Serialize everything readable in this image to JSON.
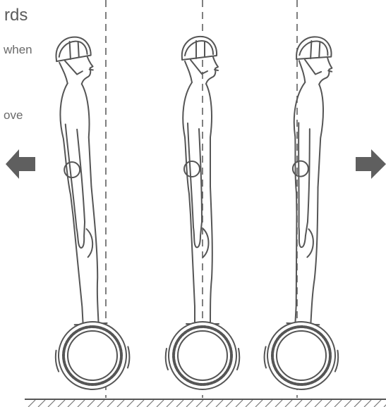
{
  "text_fragments": {
    "title": "rds",
    "line1": "when",
    "line2": "ove"
  },
  "colors": {
    "line": "#555555",
    "arrow": "#5f5f5f",
    "ground": "#555555",
    "background": "#ffffff"
  },
  "illustration": {
    "figures": [
      {
        "name": "rider-left",
        "posture": "leaning-backward"
      },
      {
        "name": "rider-center",
        "posture": "upright"
      },
      {
        "name": "rider-right",
        "posture": "leaning-forward"
      }
    ],
    "arrows": [
      {
        "name": "backward-arrow-icon",
        "direction": "left"
      },
      {
        "name": "forward-arrow-icon",
        "direction": "right"
      }
    ]
  }
}
